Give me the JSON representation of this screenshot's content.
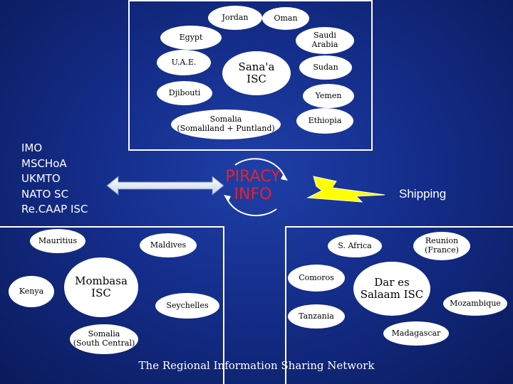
{
  "north_region": {
    "nodes": {
      "jordan": "Jordan",
      "oman": "Oman",
      "egypt": "Egypt",
      "saudi_arabia": "Saudi\nArabia",
      "uae": "U.A.E.",
      "hub": "Sana'a\nISC",
      "sudan": "Sudan",
      "djibouti": "Djibouti",
      "yemen": "Yemen",
      "somalia": "Somalia\n(Somaliland + Puntland)",
      "ethiopia": "Ethiopia"
    }
  },
  "left_list": [
    "IMO",
    "MSCHoA",
    "UKMTO",
    "NATO SC",
    "Re.CAAP ISC"
  ],
  "center": {
    "line1": "PIRACY",
    "line2": "INFO"
  },
  "shipping": "Shipping",
  "southwest_region": {
    "nodes": {
      "mauritius": "Mauritius",
      "maldives": "Maldives",
      "kenya": "Kenya",
      "hub": "Mombasa\nISC",
      "seychelles": "Seychelles",
      "somalia": "Somalia\n(South Central)"
    }
  },
  "southeast_region": {
    "nodes": {
      "reunion": "Reunion\n(France)",
      "south_africa": "S. Africa",
      "comoros": "Comoros",
      "hub": "Dar es\nSalaam ISC",
      "mozambique": "Mozambique",
      "tanzania": "Tanzania",
      "madagascar": "Madagascar"
    }
  },
  "footer": "The Regional Information Sharing Network",
  "colors": {
    "background": "#142d8a",
    "accent_red": "#e8222a",
    "bolt_yellow": "#ffff00"
  }
}
